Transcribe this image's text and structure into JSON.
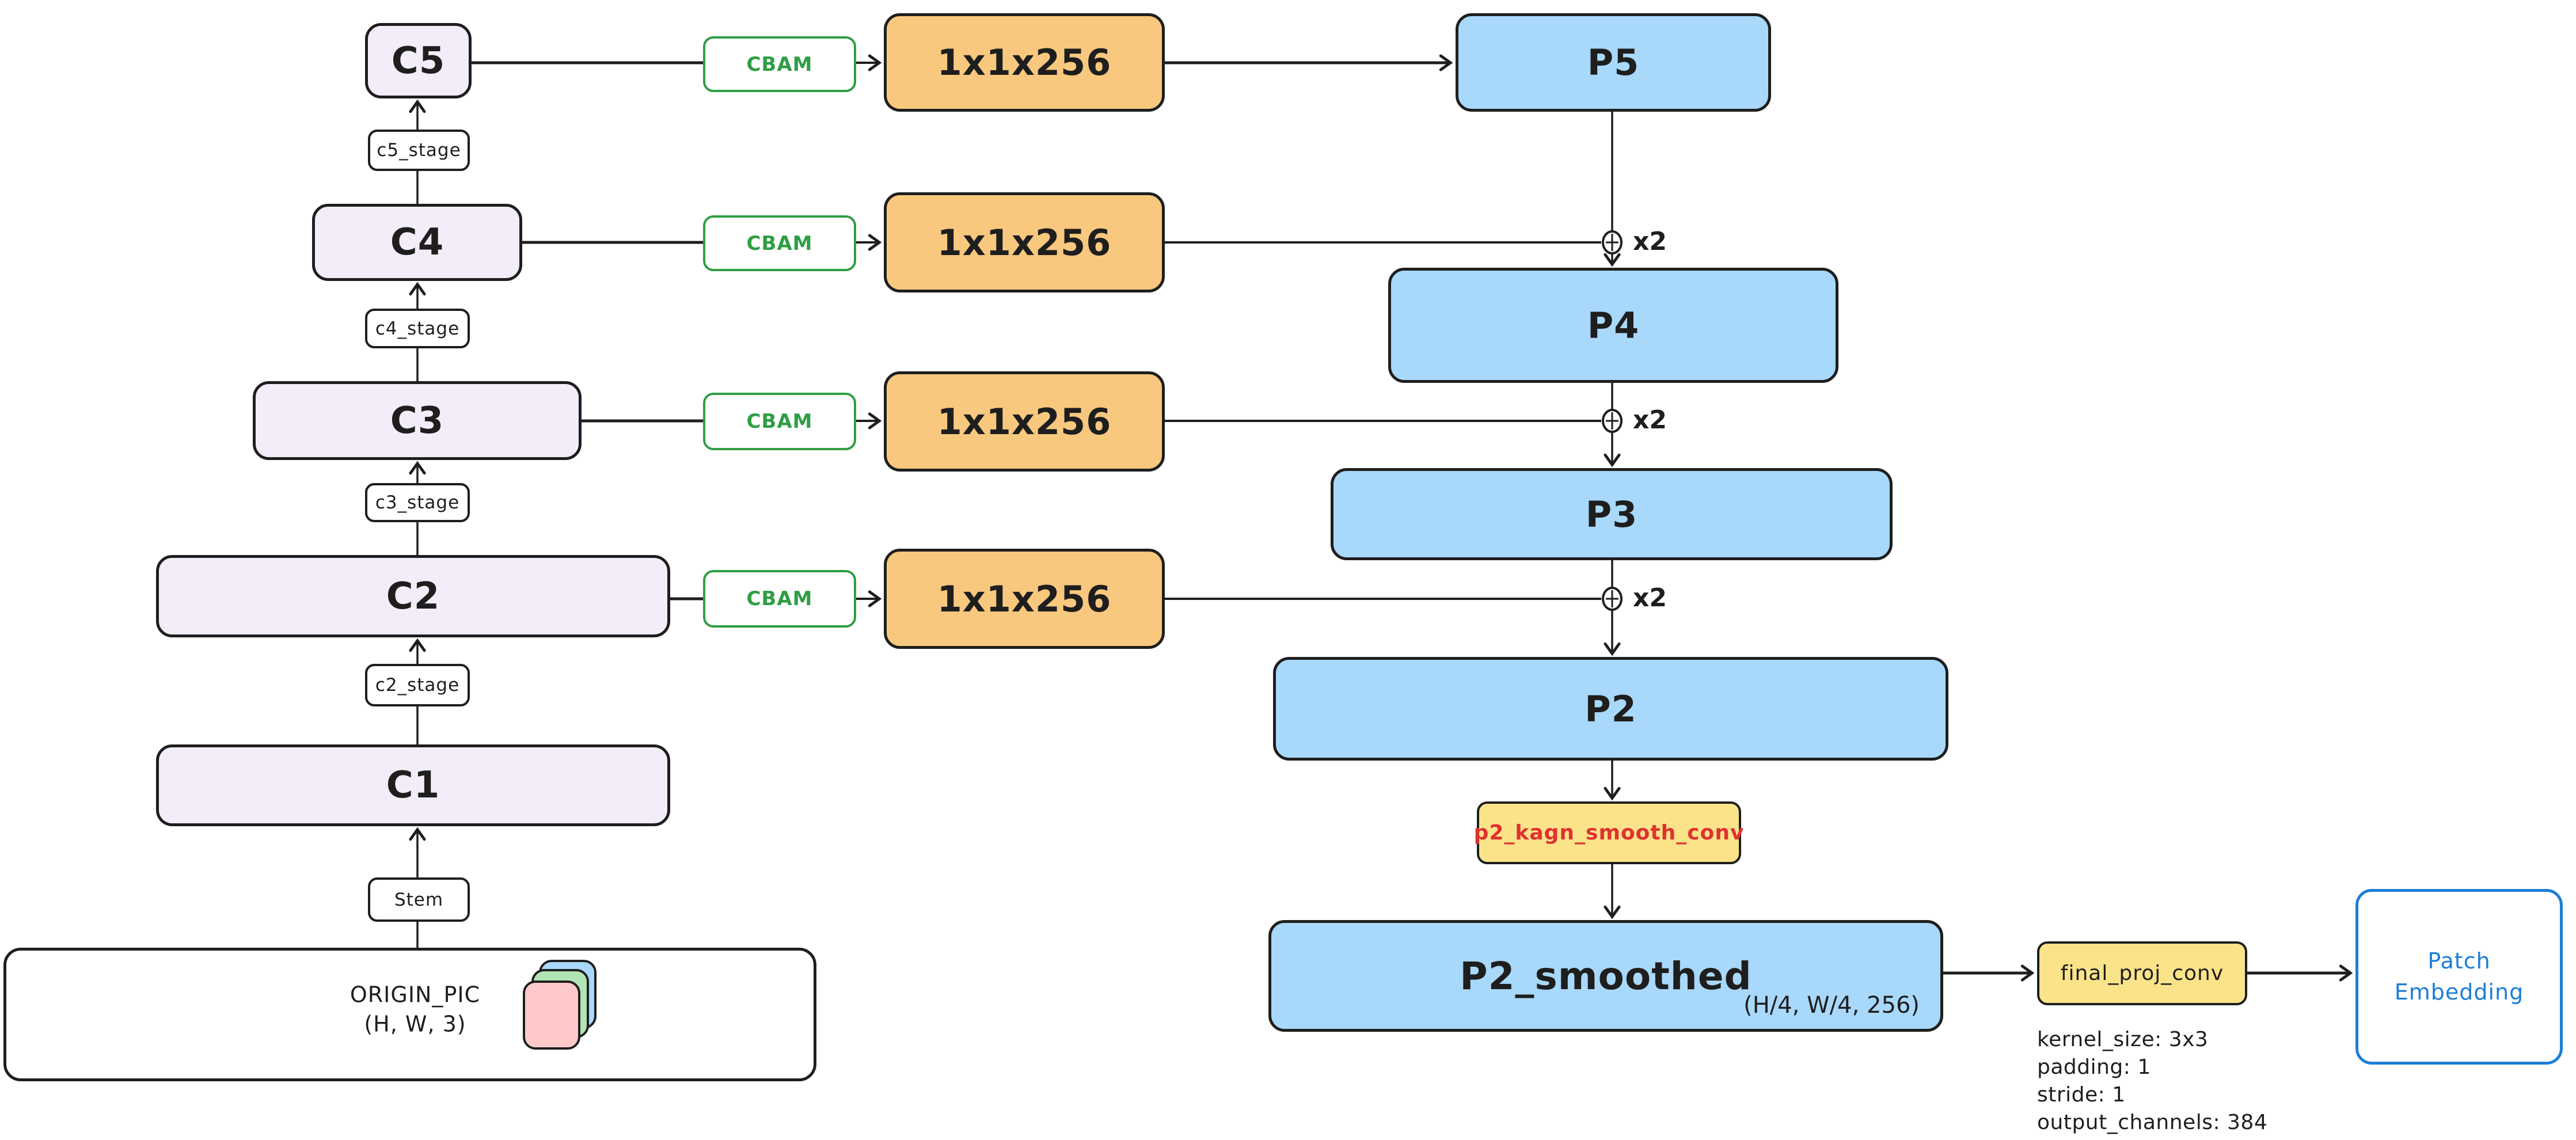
{
  "labels": {
    "cbam": "CBAM",
    "conv1x1": "1x1x256",
    "upsample": "x2"
  },
  "nodes": {
    "c5": "C5",
    "c4": "C4",
    "c3": "C3",
    "c2": "C2",
    "c1": "C1",
    "c5_stage": "c5_stage",
    "c4_stage": "c4_stage",
    "c3_stage": "c3_stage",
    "c2_stage": "c2_stage",
    "stem": "Stem",
    "origin_pic": {
      "title": "ORIGIN_PIC",
      "shape": "(H, W, 3)"
    },
    "p5": "P5",
    "p4": "P4",
    "p3": "P3",
    "p2": "P2",
    "p2_smoothed": {
      "title": "P2_smoothed",
      "shape": "(H/4, W/4, 256)"
    },
    "p2_kagn_smooth_conv": "p2_kagn_smooth_conv",
    "final_proj_conv": "final_proj_conv",
    "final_proj_params": [
      "kernel_size: 3x3",
      "padding: 1",
      "stride: 1",
      "output_channels: 384"
    ],
    "patch_embedding": "Patch Embedding"
  },
  "colors": {
    "stroke": "#1e1e1e",
    "stage-fill": "#f3ecf9",
    "conv-fill": "#f8c87e",
    "pyramid-fill": "#a8d8fa",
    "kagn-fill": "#fbe389",
    "cbam-green": "#2f9e44",
    "kagn-red": "#e03131",
    "embed-blue": "#1c7ed6",
    "img-blue": "#a8d8fb",
    "img-green": "#b2e5b4",
    "img-pink": "#ffc9c9"
  }
}
